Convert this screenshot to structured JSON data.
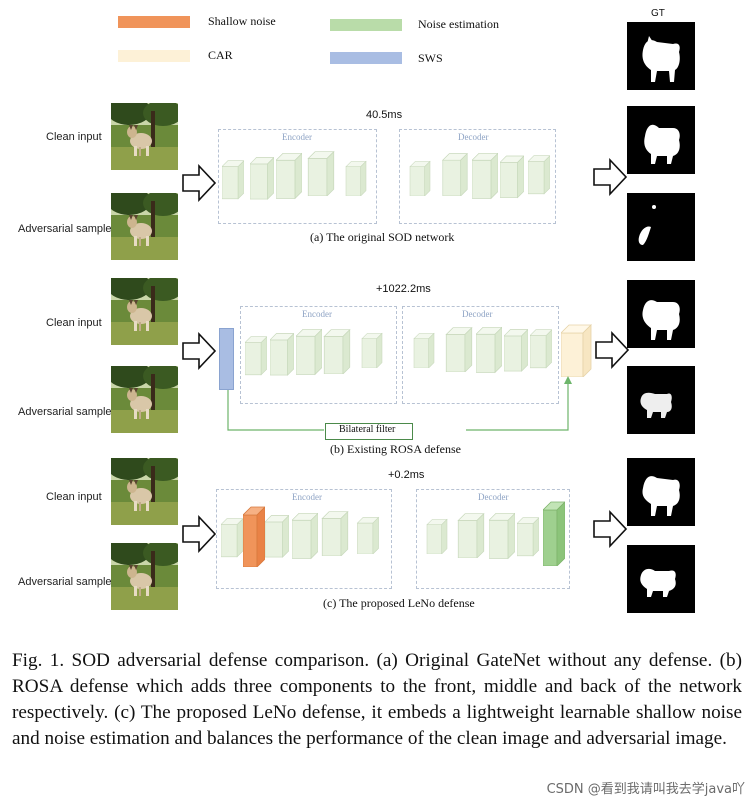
{
  "legend": {
    "shallow_noise": "Shallow noise",
    "noise_estimation": "Noise estimation",
    "car": "CAR",
    "sws": "SWS",
    "colors": {
      "shallow_noise": "#f0945a",
      "noise_estimation": "#b9dca9",
      "car": "#fdf1d7",
      "sws": "#a9bde3"
    }
  },
  "gt_label": "GT",
  "rows": {
    "clean": "Clean input",
    "adversarial": "Adversarial sample"
  },
  "encoder_label": "Encoder",
  "decoder_label": "Decoder",
  "panel_a": {
    "timing": "40.5ms",
    "caption": "(a) The original SOD network"
  },
  "panel_b": {
    "timing": "+1022.2ms",
    "caption": "(b) Existing ROSA defense",
    "filter_label": "Bilateral filter"
  },
  "panel_c": {
    "timing": "+0.2ms",
    "caption": "(c) The proposed LeNo defense"
  },
  "figure_caption": "Fig. 1.  SOD adversarial defense comparison. (a) Original GateNet without any defense. (b) ROSA defense which adds three components to the front, middle and back of the network respectively. (c) The proposed LeNo defense, it embeds a lightweight learnable shallow noise and noise estimation and balances the performance of the clean image and adversarial image.",
  "watermark": "CSDN @看到我请叫我去学java吖"
}
